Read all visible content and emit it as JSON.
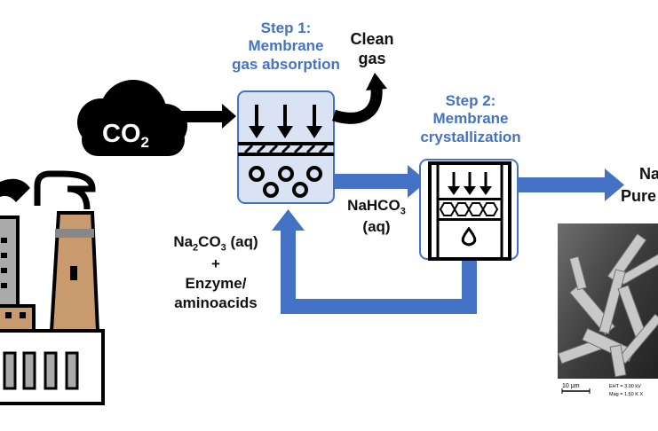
{
  "co2_cloud": {
    "text_main": "CO",
    "text_sub": "2"
  },
  "step1": {
    "line1": "Step 1:",
    "line2": "Membrane",
    "line3": "gas absorption"
  },
  "clean_gas": {
    "line1": "Clean",
    "line2": "gas"
  },
  "step2": {
    "line1": "Step 2:",
    "line2": "Membrane",
    "line3": "crystallization"
  },
  "nahco3": {
    "main": "NaHCO",
    "sub": "3",
    "suffix": "(aq)"
  },
  "feed": {
    "p1": "Na",
    "s1": "2",
    "p2": "CO",
    "s2": "3",
    "p3": " (aq)",
    "plus": "+",
    "line3": "Enzyme/",
    "line4": "aminoacids"
  },
  "product": {
    "line1": "Na",
    "line2": "Pure"
  },
  "sem": {
    "scale": "10 μm",
    "eht": "EHT =  3.00 kV",
    "mag": "Mag =   1.50 K X"
  },
  "colors": {
    "accent": "#4472c4",
    "box_fill": "#dae3f3",
    "ink": "#000000"
  }
}
